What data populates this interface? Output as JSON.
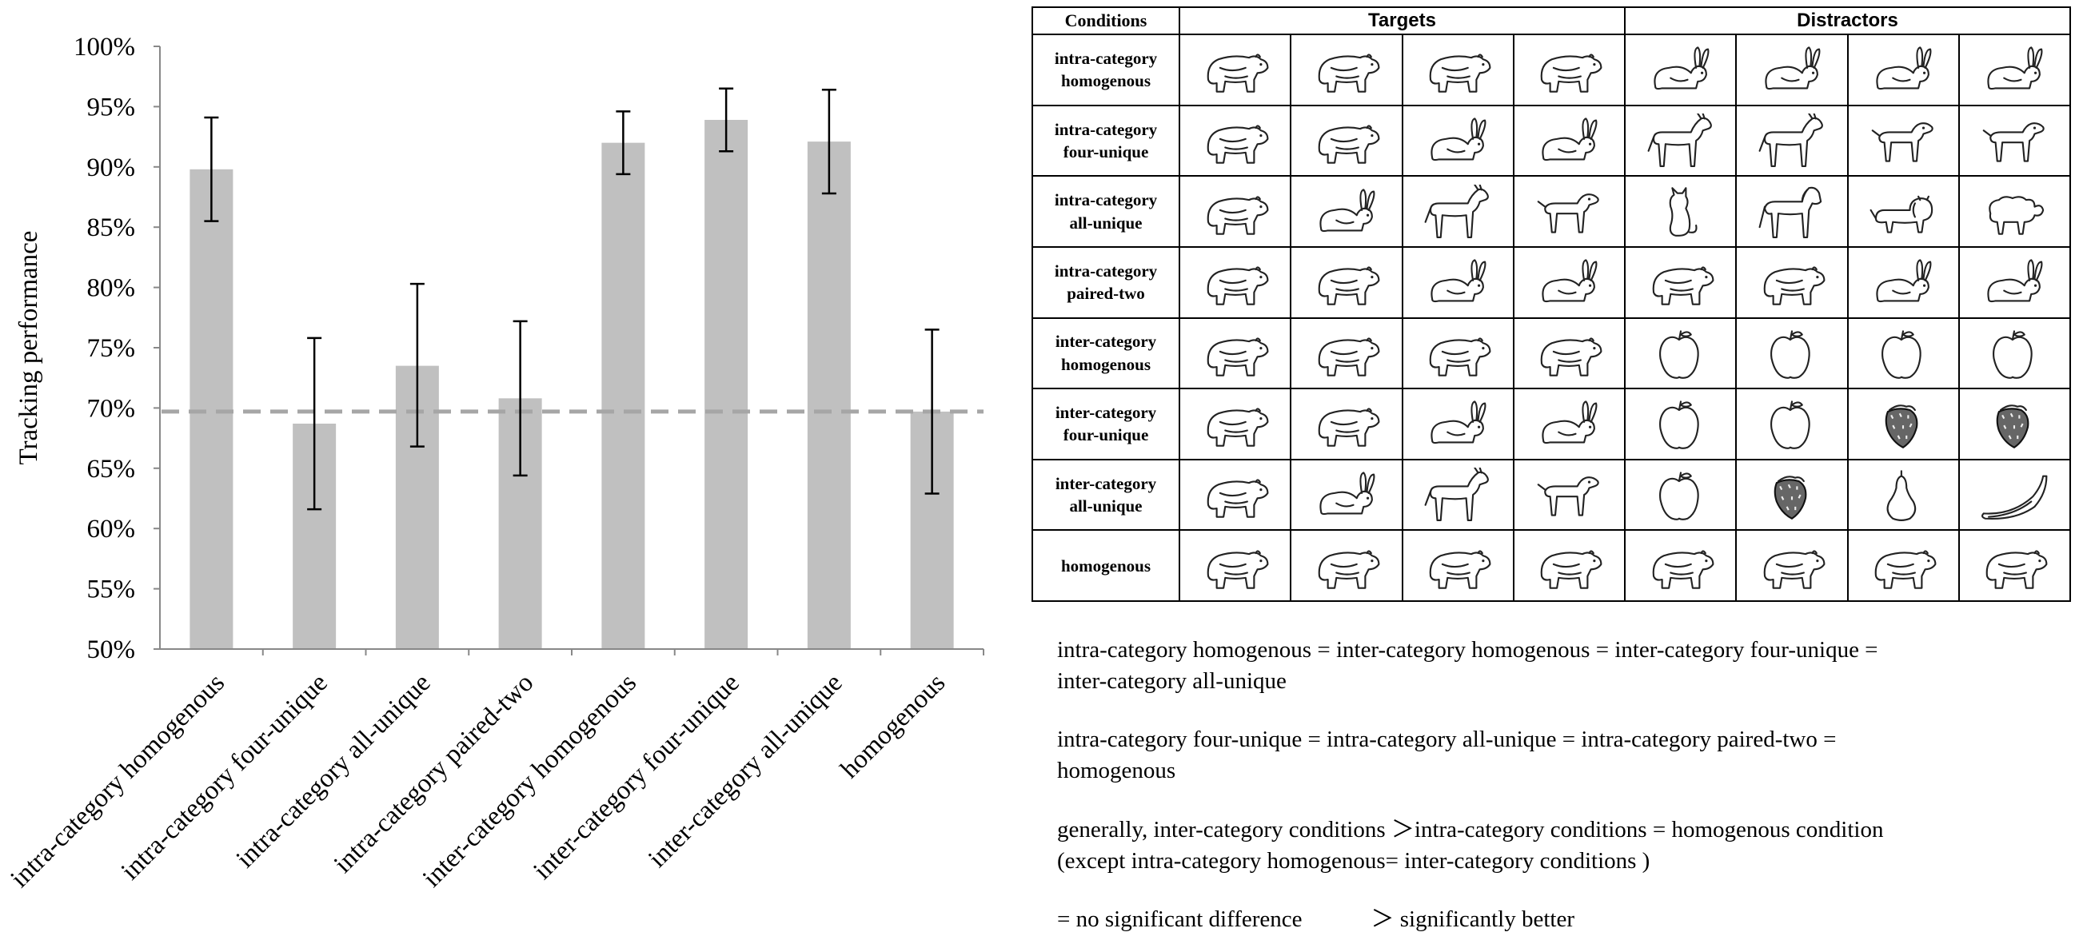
{
  "chart_data": {
    "type": "bar",
    "ylabel": "Tracking performance",
    "ylim": [
      0.5,
      1.0
    ],
    "yticks": [
      0.5,
      0.55,
      0.6,
      0.65,
      0.7,
      0.75,
      0.8,
      0.85,
      0.9,
      0.95,
      1.0
    ],
    "ytick_labels": [
      "50%",
      "55%",
      "60%",
      "65%",
      "70%",
      "75%",
      "80%",
      "85%",
      "90%",
      "95%",
      "100%"
    ],
    "categories": [
      "intra-category homogenous",
      "intra-category four-unique",
      "intra-category all-unique",
      "intra-category paired-two",
      "inter-category homogenous",
      "inter-category four-unique",
      "inter-category all-unique",
      "homogenous"
    ],
    "values": [
      0.898,
      0.687,
      0.735,
      0.708,
      0.92,
      0.939,
      0.921,
      0.697
    ],
    "error_low": [
      0.855,
      0.616,
      0.668,
      0.644,
      0.894,
      0.913,
      0.878,
      0.629
    ],
    "error_high": [
      0.941,
      0.758,
      0.803,
      0.772,
      0.946,
      0.965,
      0.964,
      0.765
    ],
    "reference_line": 0.697,
    "grid": false,
    "bar_color": "#c0c0c0",
    "reference_line_color": "#a6a6a6"
  },
  "table": {
    "headers": {
      "conditions": "Conditions",
      "targets": "Targets",
      "distractors": "Distractors"
    },
    "rows": [
      {
        "label": "intra-category\nhomogenous",
        "targets": [
          "bear",
          "bear",
          "bear",
          "bear"
        ],
        "distractors": [
          "rabbit",
          "rabbit",
          "rabbit",
          "rabbit"
        ]
      },
      {
        "label": "intra-category\nfour-unique",
        "targets": [
          "bear",
          "bear",
          "rabbit",
          "rabbit"
        ],
        "distractors": [
          "donkey",
          "donkey",
          "dog",
          "dog"
        ]
      },
      {
        "label": "intra-category\nall-unique",
        "targets": [
          "bear",
          "rabbit",
          "donkey",
          "dog"
        ],
        "distractors": [
          "cat",
          "horse",
          "lion",
          "sheep"
        ]
      },
      {
        "label": "intra-category\npaired-two",
        "targets": [
          "bear",
          "bear",
          "rabbit",
          "rabbit"
        ],
        "distractors": [
          "bear",
          "bear",
          "rabbit",
          "rabbit"
        ]
      },
      {
        "label": "inter-category\nhomogenous",
        "targets": [
          "bear",
          "bear",
          "bear",
          "bear"
        ],
        "distractors": [
          "apple",
          "apple",
          "apple",
          "apple"
        ]
      },
      {
        "label": "inter-category\nfour-unique",
        "targets": [
          "bear",
          "bear",
          "rabbit",
          "rabbit"
        ],
        "distractors": [
          "apple",
          "apple",
          "strawberry",
          "strawberry"
        ]
      },
      {
        "label": "inter-category\nall-unique",
        "targets": [
          "bear",
          "rabbit",
          "donkey",
          "dog"
        ],
        "distractors": [
          "apple",
          "strawberry",
          "pear",
          "banana"
        ]
      },
      {
        "label": "homogenous",
        "targets": [
          "bear",
          "bear",
          "bear",
          "bear"
        ],
        "distractors": [
          "bear",
          "bear",
          "bear",
          "bear"
        ]
      }
    ]
  },
  "notes": {
    "line1": "intra-category homogenous = inter-category homogenous = inter-category four-unique =\ninter-category all-unique",
    "line2": "intra-category four-unique = intra-category all-unique = intra-category paired-two =\nhomogenous",
    "line3": "generally, inter-category conditions ＞intra-category conditions = homogenous condition\n(except intra-category homogenous= inter-category conditions )",
    "legend_equal": "=  no significant difference",
    "legend_greater": "＞ significantly better"
  }
}
